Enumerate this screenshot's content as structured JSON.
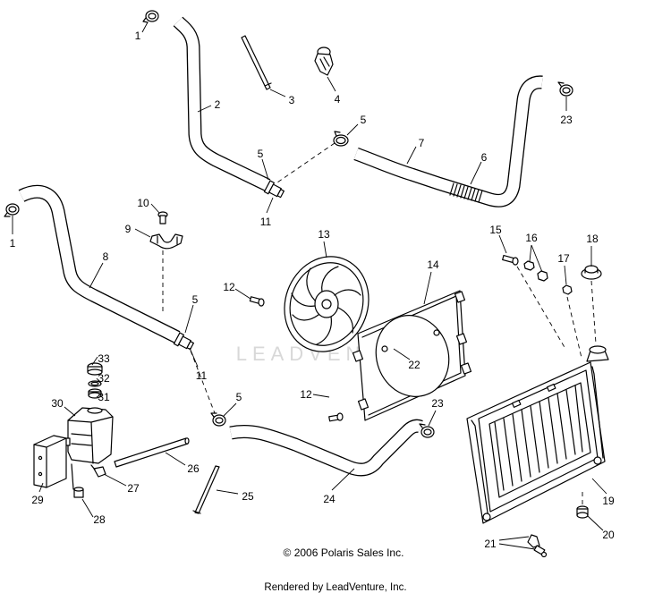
{
  "watermark": "LEADVENTURE",
  "callouts": [
    "1",
    "2",
    "3",
    "4",
    "5",
    "7",
    "6",
    "23",
    "5",
    "11",
    "1",
    "10",
    "9",
    "8",
    "13",
    "14",
    "15",
    "16",
    "18",
    "17",
    "12",
    "5",
    "11",
    "22",
    "33",
    "32",
    "31",
    "30",
    "12",
    "5",
    "23",
    "26",
    "27",
    "29",
    "28",
    "25",
    "24",
    "19",
    "20",
    "21"
  ],
  "copyright": "© 2006 Polaris Sales Inc.",
  "credit": "Rendered by LeadVenture, Inc."
}
